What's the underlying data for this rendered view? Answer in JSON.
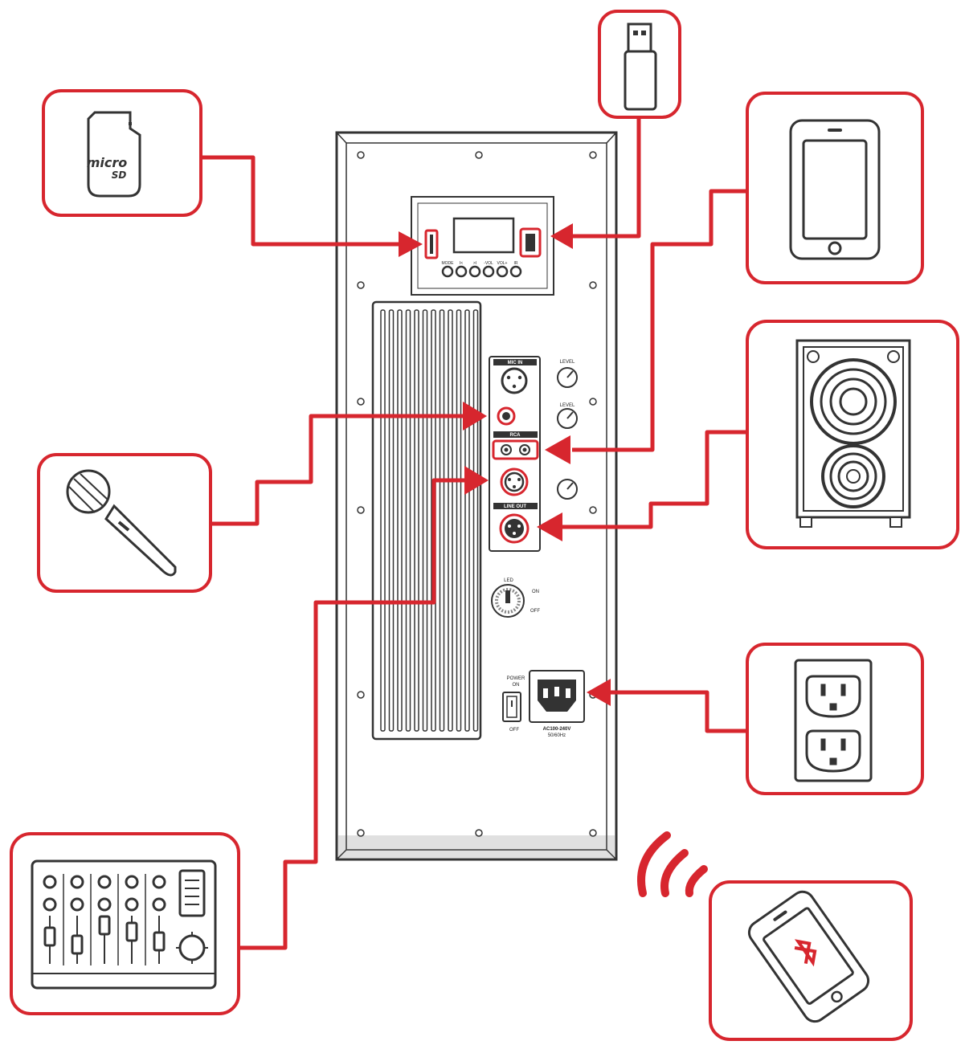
{
  "colors": {
    "accent": "#d7262e",
    "line": "#333333",
    "panel_fill": "#ffffff"
  },
  "peripherals": [
    {
      "key": "microsd",
      "icon": "micro-sd-card-icon"
    },
    {
      "key": "usb",
      "icon": "usb-drive-icon"
    },
    {
      "key": "phone",
      "icon": "smartphone-icon"
    },
    {
      "key": "speaker",
      "icon": "speaker-cabinet-icon"
    },
    {
      "key": "microphone",
      "icon": "microphone-icon"
    },
    {
      "key": "outlet",
      "icon": "power-outlet-icon"
    },
    {
      "key": "mixer",
      "icon": "audio-mixer-icon"
    },
    {
      "key": "bluetooth",
      "icon": "bluetooth-phone-icon"
    }
  ],
  "sd_card": {
    "brand_line1": "micro",
    "brand_line2": "SD"
  },
  "panel": {
    "media_buttons": [
      "MODE",
      "I<",
      ">I",
      "-VOL",
      "VOL+",
      "IR"
    ],
    "mic_in_label": "MIC IN",
    "line_out_label": "LINE OUT",
    "rca_label": "RCA",
    "knob_labels": [
      "LEVEL",
      "LEVEL"
    ],
    "led_label": "LED",
    "led_on": "ON",
    "led_off": "OFF",
    "power_label": "POWER",
    "power_on": "ON",
    "power_off": "OFF",
    "ac_label": "AC100-240V",
    "ac_freq": "50/60Hz"
  }
}
